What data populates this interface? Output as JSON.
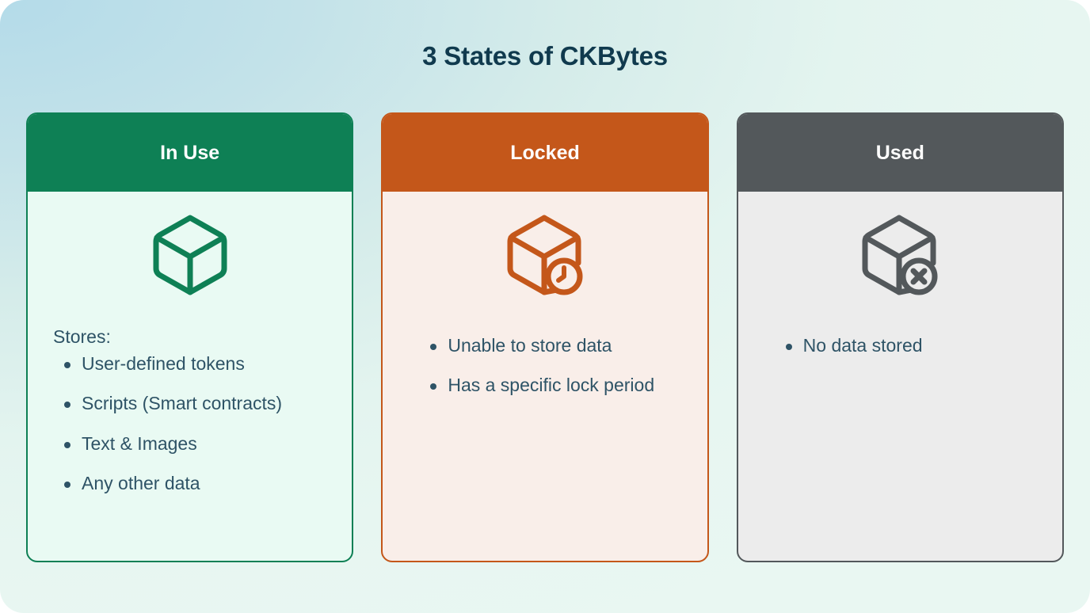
{
  "page": {
    "title": "3 States of CKBytes",
    "background_from": "#b4dbe9",
    "background_to": "#e9f7f2",
    "text_color": "#2e5366",
    "title_color": "#103a4e"
  },
  "cards": [
    {
      "id": "in-use",
      "header": "In Use",
      "accent": "#0e8055",
      "body_bg": "#e9faf3",
      "icon": "cube-icon",
      "intro": "Stores:",
      "bullets": [
        "User-defined tokens",
        "Scripts (Smart contracts)",
        "Text & Images",
        "Any other data"
      ]
    },
    {
      "id": "locked",
      "header": "Locked",
      "accent": "#c4571a",
      "body_bg": "#f9eee9",
      "icon": "cube-clock-icon",
      "intro": "",
      "bullets": [
        "Unable to store data",
        "Has a specific lock period"
      ]
    },
    {
      "id": "used",
      "header": "Used",
      "accent": "#53585b",
      "body_bg": "#ececec",
      "icon": "cube-x-icon",
      "intro": "",
      "bullets": [
        "No data stored"
      ]
    }
  ]
}
